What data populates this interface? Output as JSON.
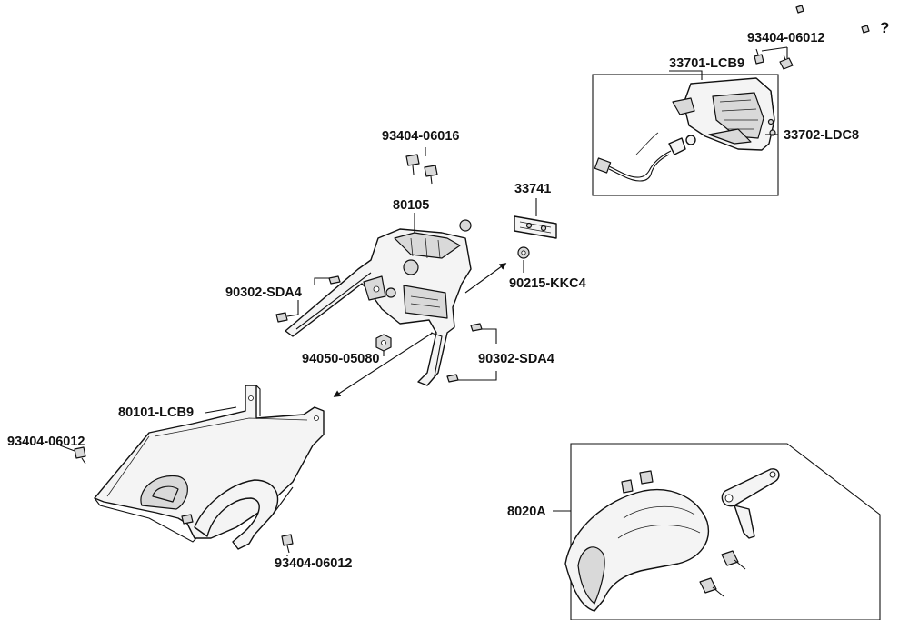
{
  "labels": {
    "top_bolt_a": "93404-06012",
    "lamp_assy": "33701-LCB9",
    "lens": "33702-LDC8",
    "upper_bolt": "93404-06016",
    "plate_light": "33741",
    "bracket": "80105",
    "clip_nut": "90215-KKC4",
    "clip_left": "90302-SDA4",
    "nut": "94050-05080",
    "clip_right": "90302-SDA4",
    "fender": "80101-LCB9",
    "left_bolt": "93404-06012",
    "lower_bolt": "93404-06012",
    "rear_guard": "8020A",
    "unknown": "?"
  }
}
